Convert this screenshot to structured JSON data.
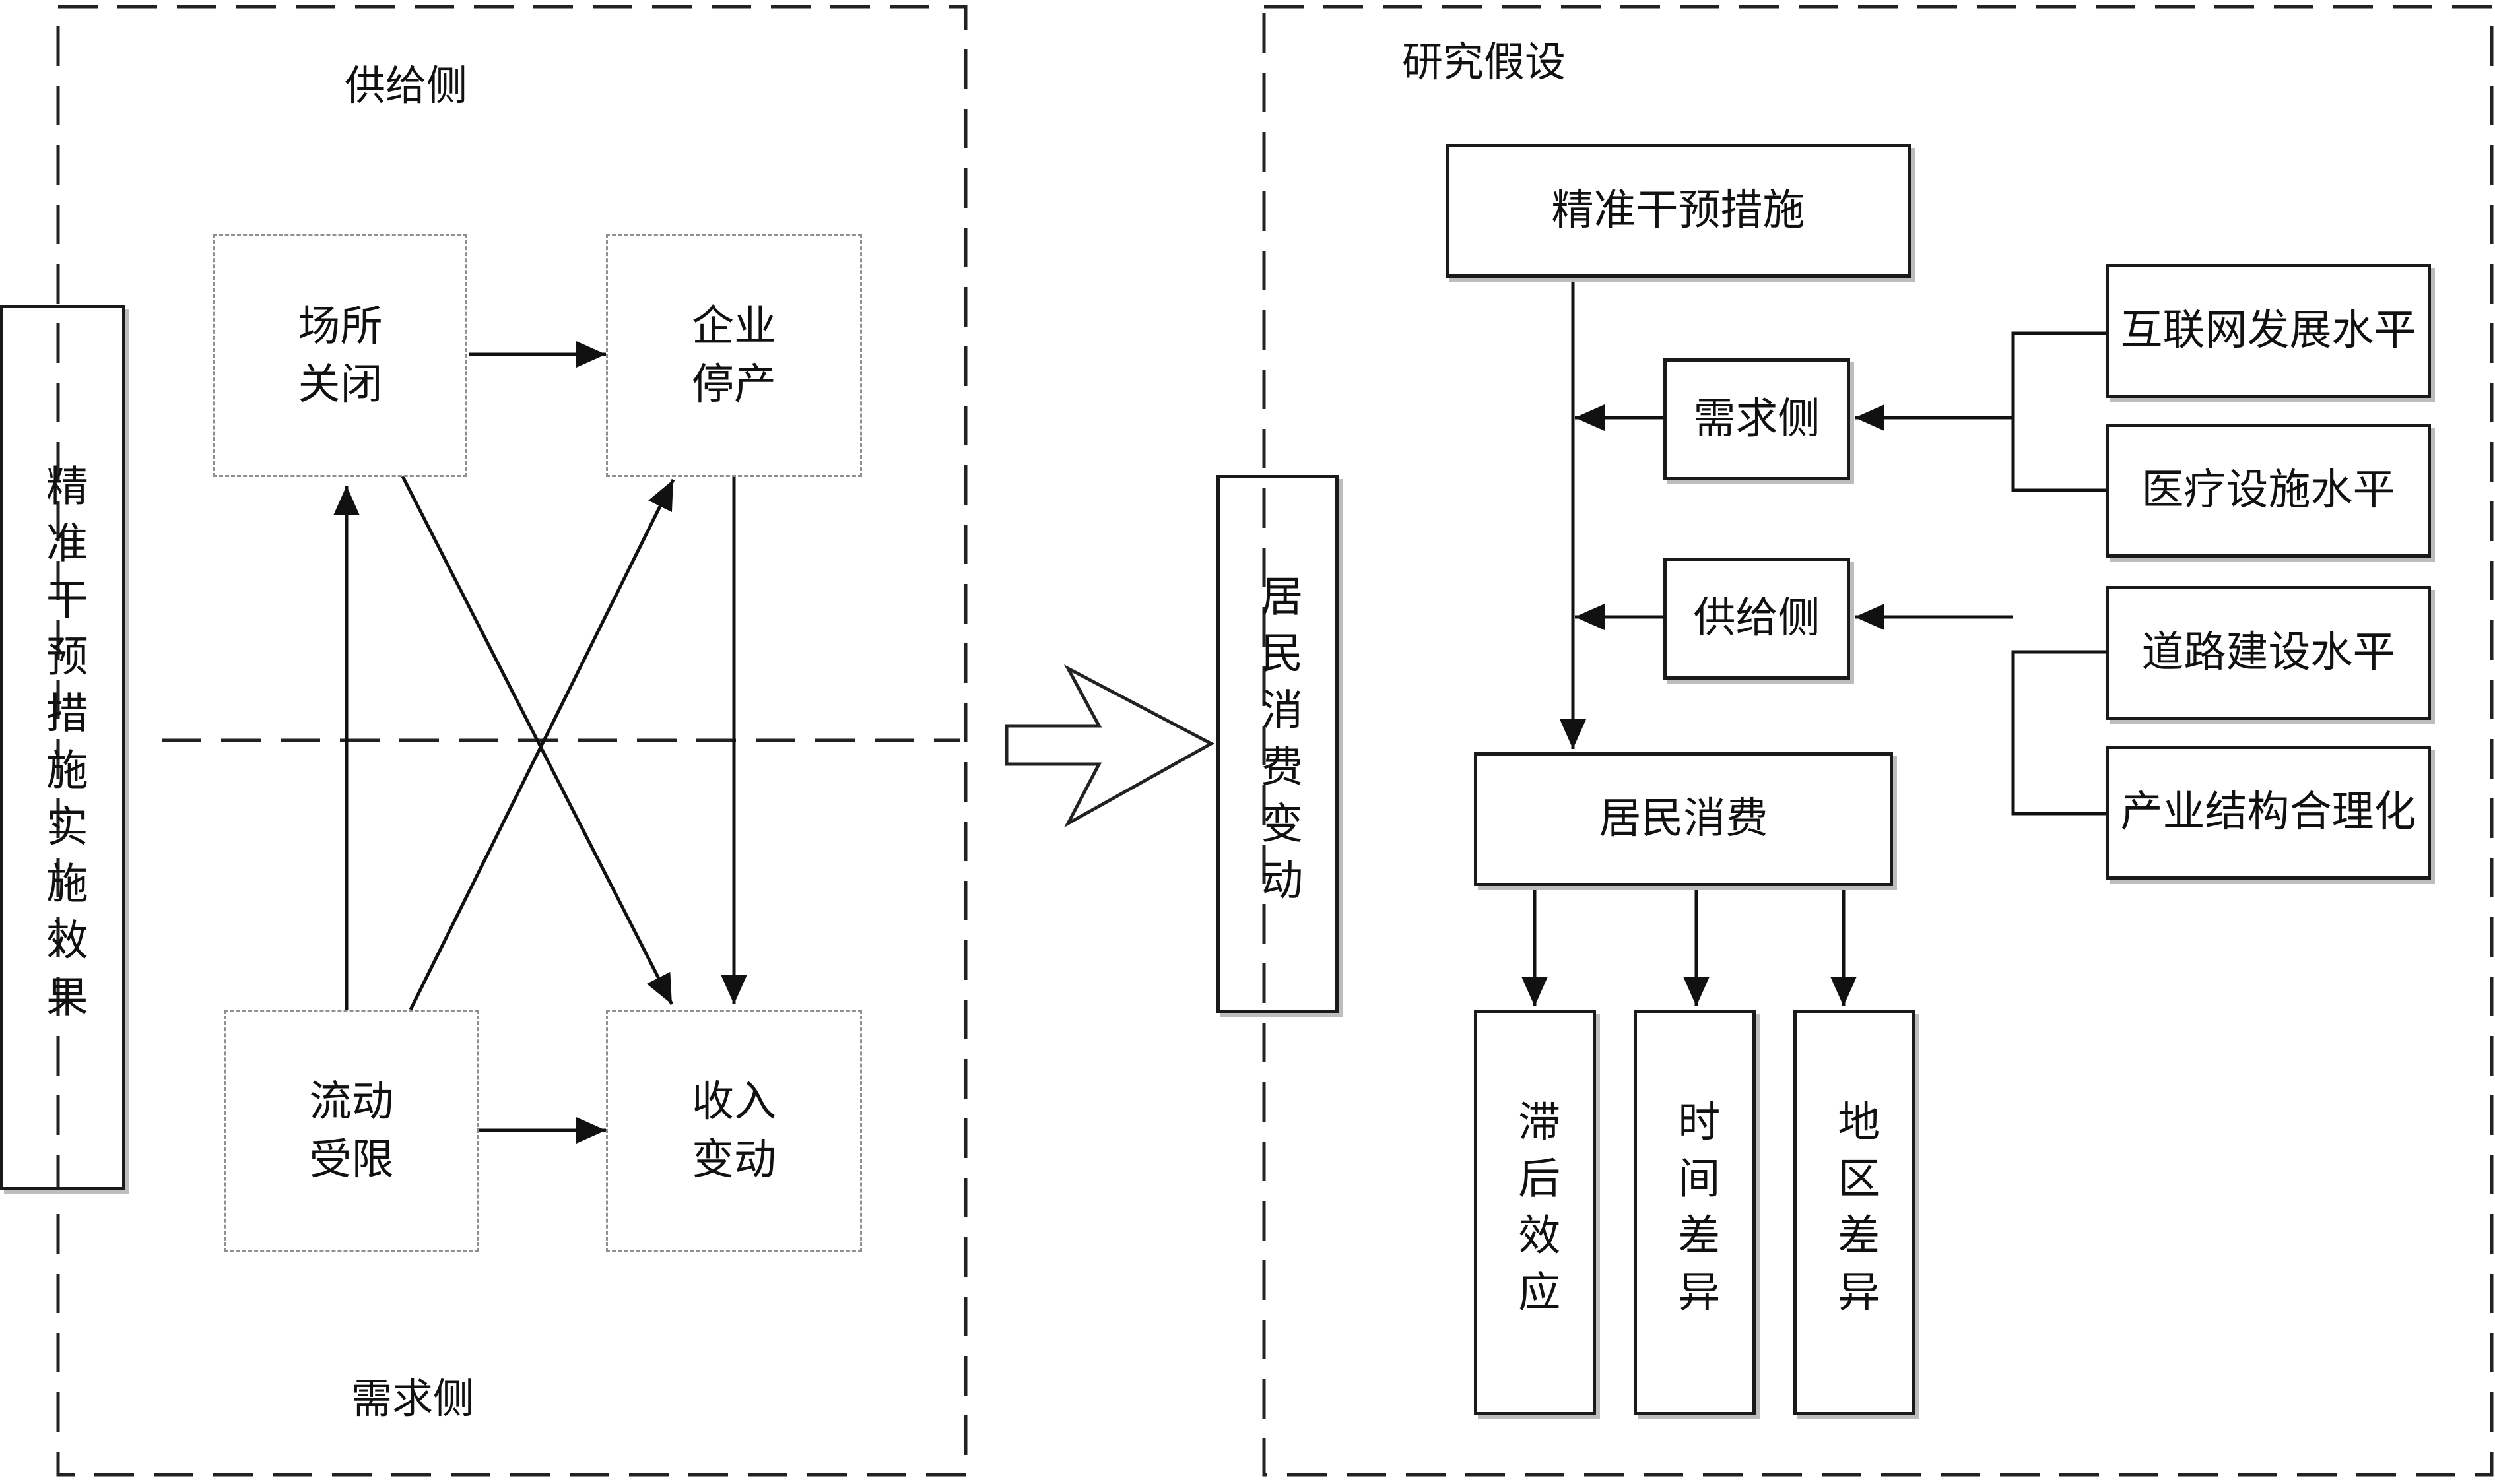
{
  "left_panel": {
    "supply_side_label": "供给侧",
    "demand_side_label": "需求侧",
    "outer_label": "精准干预措施实施效果",
    "boxes": {
      "venue_closure": "场所\n关闭",
      "enterprise_shutdown": "企业\n停产",
      "mobility_restricted": "流动\n受限",
      "income_change": "收入\n变动"
    }
  },
  "middle": {
    "label": "居民消费变动"
  },
  "right_panel": {
    "title": "研究假设",
    "intervention": "精准干预措施",
    "demand_side": "需求侧",
    "supply_side": "供给侧",
    "consumption": "居民消费",
    "factors": [
      "互联网发展水平",
      "医疗设施水平",
      "道路建设水平",
      "产业结构合理化"
    ],
    "effects": [
      "滞后效应",
      "时间差异",
      "地区差异"
    ]
  }
}
